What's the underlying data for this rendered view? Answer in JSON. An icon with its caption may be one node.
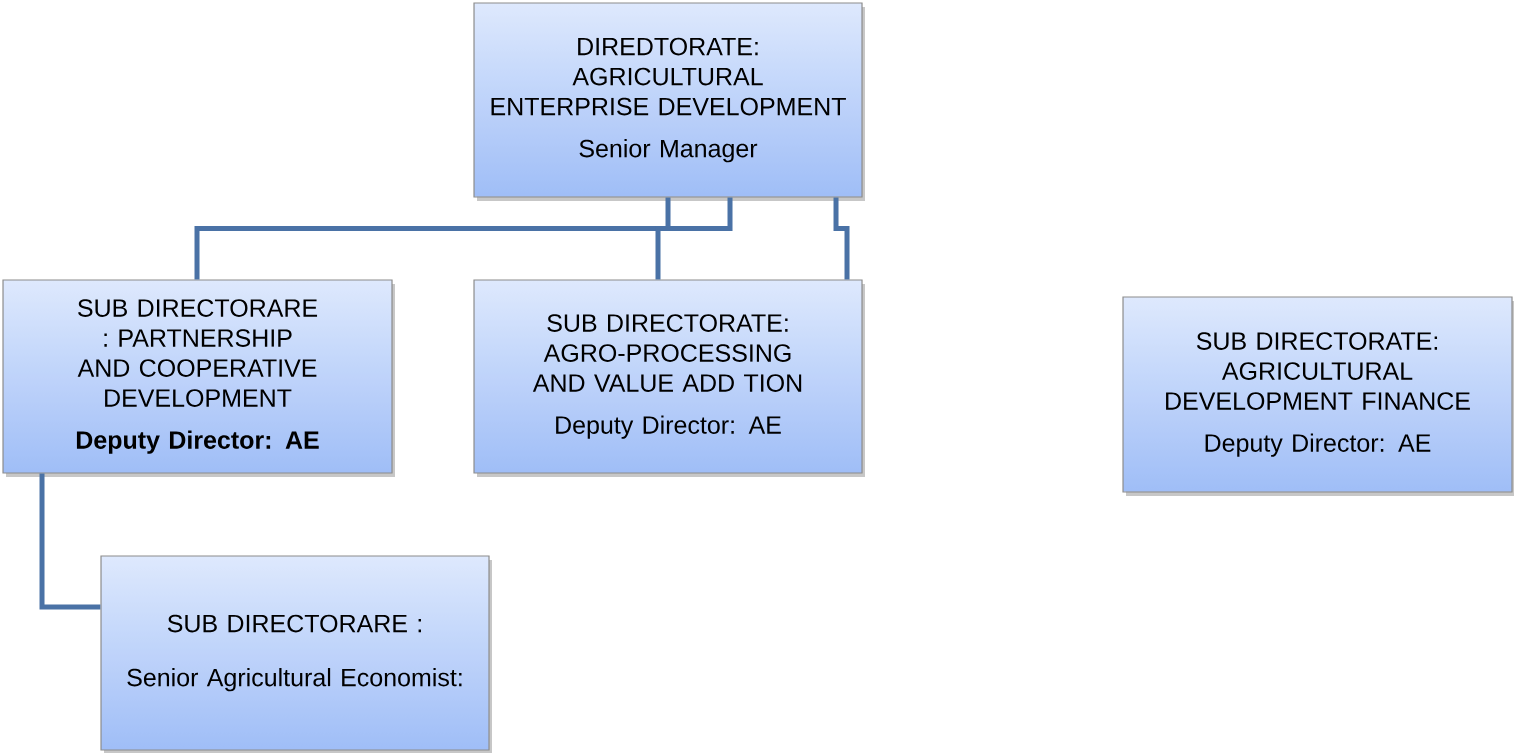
{
  "diagram": {
    "nodes": [
      {
        "text": [
          "DIREDTORATE: AGRICULTURAL ENTERPRISE DEVELOPMENT",
          "Senior Manager"
        ]
      },
      {
        "text": [
          "SUB DIRECTORARE : PARTNERSHIP AND COOPERATIVE DEVELOPMENT",
          "Deputy Director: AE"
        ]
      },
      {
        "text": [
          "SUB DIRECTORATE: AGRO-PROCESSING AND VALUE ADD TION",
          "Deputy Director: AE"
        ]
      },
      {
        "text": [
          "SUB DIRECTORATE: AGRICULTURAL DEVELOPMENT FINANCE",
          "Deputy Director: AE"
        ]
      },
      {
        "text": [
          "SUB DIRECTORARE :",
          "Senior Agricultural Economist:"
        ]
      }
    ],
    "edges": [
      {
        "from": 0,
        "to": 1,
        "arrow": "none"
      },
      {
        "from": 0,
        "to": 2,
        "arrow": "none"
      },
      {
        "from": 0,
        "to": 2,
        "arrow": "none"
      },
      {
        "from": 1,
        "to": 4,
        "arrow": "none"
      }
    ]
  }
}
